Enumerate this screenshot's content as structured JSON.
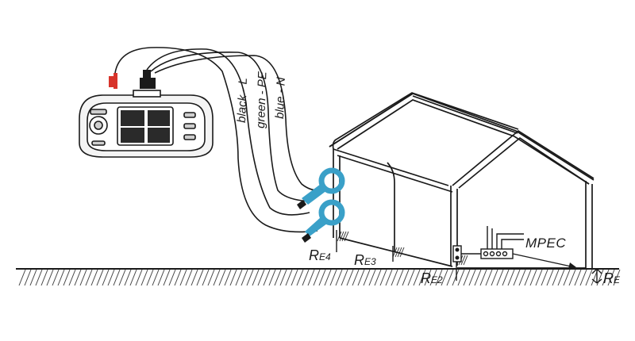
{
  "cable_labels": {
    "black": "black - L",
    "green": "green - PE",
    "blue": "blue - N"
  },
  "electrodes": [
    {
      "main": "R",
      "sub": "E4"
    },
    {
      "main": "R",
      "sub": "E3"
    },
    {
      "main": "R",
      "sub": "E2"
    },
    {
      "main": "R",
      "sub": "E"
    }
  ],
  "mpec_label": "MPEC",
  "colors": {
    "line": "#1a1a1a",
    "clamp": "#3aa0c8",
    "probe_red": "#d8342b",
    "ground_hatch": "#444444"
  }
}
